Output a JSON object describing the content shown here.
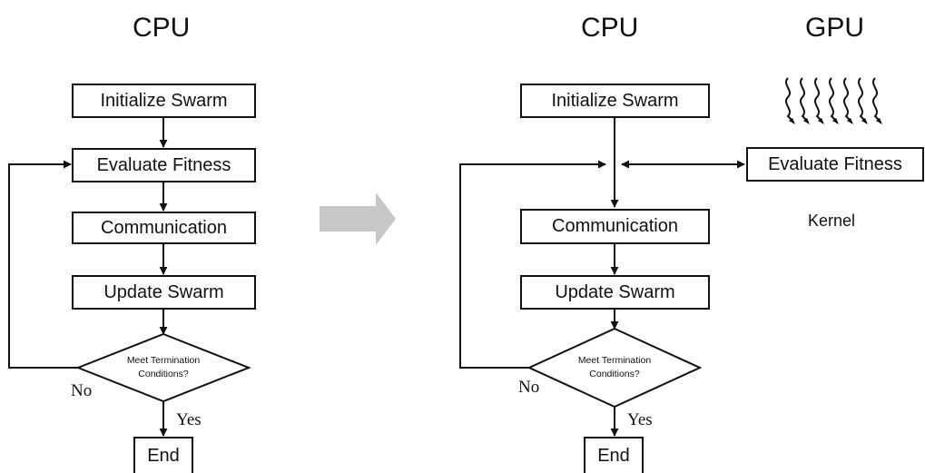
{
  "cpu_only": {
    "title": "CPU",
    "initialize": "Initialize Swarm",
    "evaluate": "Evaluate Fitness",
    "communication": "Communication",
    "update": "Update Swarm",
    "condition_line1": "Meet Termination",
    "condition_line2": "Conditions?",
    "no_label": "No",
    "yes_label": "Yes",
    "end": "End"
  },
  "cpu_gpu": {
    "cpu_title": "CPU",
    "gpu_title": "GPU",
    "initialize": "Initialize Swarm",
    "evaluate": "Evaluate Fitness",
    "kernel_label": "Kernel",
    "communication": "Communication",
    "update": "Update Swarm",
    "condition_line1": "Meet Termination",
    "condition_line2": "Conditions?",
    "no_label": "No",
    "yes_label": "Yes",
    "end": "End"
  },
  "colors": {
    "stroke": "#111111",
    "transition_arrow": "#c8c8c8"
  }
}
